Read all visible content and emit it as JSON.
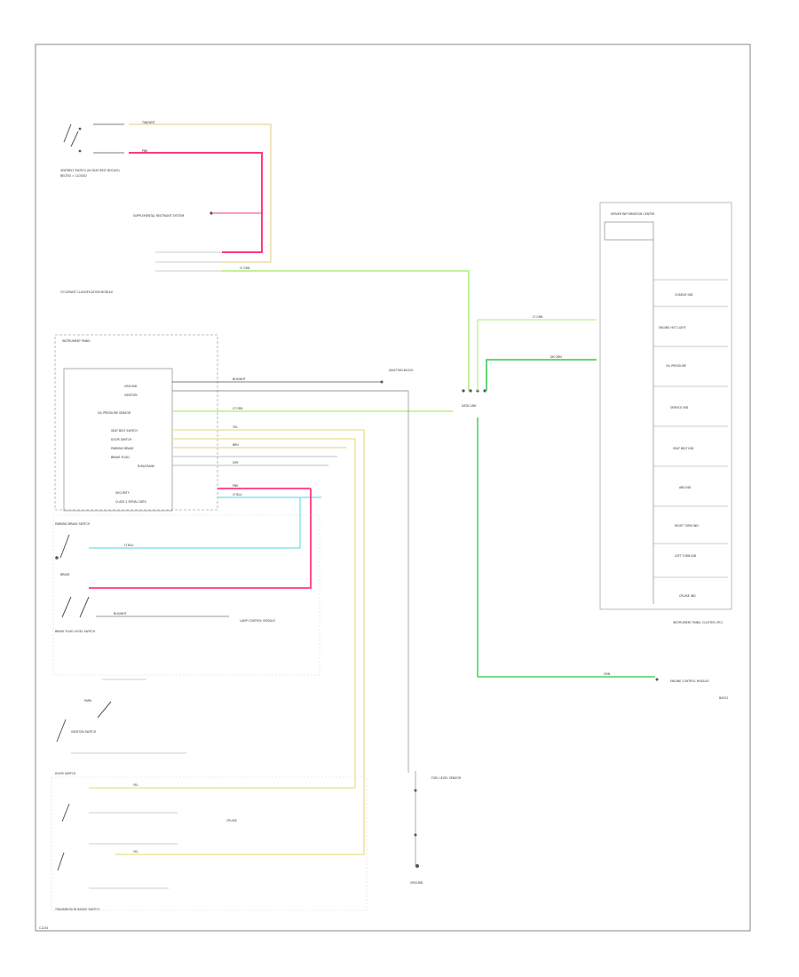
{
  "diagram": {
    "footer_code": "C1234",
    "page_code": "B0022",
    "colors": {
      "tan": "#e6d79a",
      "pink": "#ff3a78",
      "light_green": "#b9f08a",
      "green": "#4fd16a",
      "cyan": "#6fdfe8",
      "yellow": "#e8e08a",
      "gray": "#9a9a9a",
      "black": "#555555"
    },
    "labels": {
      "seatbelt_switch": "SEATBELT SWITCH (IN SEAT BELT BUCKLE)",
      "seatbelt_sub": "BELTED = CLOSED",
      "supplemental_restraint": "SUPPLEMENTAL RESTRAINT SYSTEM",
      "occupant_module": "OCCUPANT CLASSIFICATION MODULE",
      "cluster_box": "INSTRUMENT PANEL",
      "brake_label": "BRAKE",
      "parking_brake": "PARKING BRAKE SWITCH",
      "brake_fluid": "BRAKE FLUID LEVEL SWITCH",
      "door_switch": "DOOR SWITCH",
      "transmission": "TRANSMISSION RANGE SWITCH",
      "ground": "GROUND",
      "junction_block": "JUNCTION BLOCK",
      "data_link": "DATA LINK",
      "engine_control": "ENGINE CONTROL MODULE",
      "instrument_cluster": "INSTRUMENT PANEL CLUSTER (IPC)",
      "cluster_header": "DRIVER INFORMATION CENTER",
      "fuel_sender": "FUEL LEVEL SENSOR",
      "lamp_module": "LAMP CONTROL MODULE",
      "ignition_switch": "IGNITION SWITCH",
      "cruise_label": "CRUISE",
      "parking_label": "PARK"
    },
    "cluster_items": [
      "CHARGE IND",
      "ENGINE HOT LIGHT",
      "OIL PRESSURE",
      "SERVICE IND",
      "SEAT BELT IND",
      "ABS IND",
      "RIGHT TURN IND",
      "LEFT TURN IND",
      "CRUISE IND"
    ],
    "module_pins": [
      "GROUND",
      "IGNITION",
      "OIL PRESSURE SENSOR",
      "SEAT BELT SWITCH",
      "DOOR SWITCH",
      "PARKING BRAKE",
      "BRAKE FLUID",
      "RUN/CRANK",
      "SECURITY",
      "CLASS 2 SERIAL DATA"
    ],
    "wire_labels": {
      "w1": "TAN/WHT",
      "w2": "PNK",
      "w3": "LT GRN",
      "w4": "DK GRN",
      "w5": "BLK/WHT",
      "w6": "YEL",
      "w7": "LT BLU",
      "w8": "GRY",
      "w9": "BRN",
      "w10": "ORN"
    }
  }
}
